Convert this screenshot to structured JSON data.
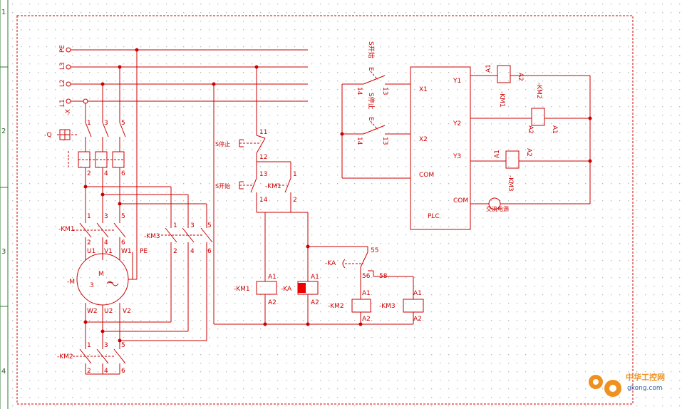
{
  "colors": {
    "line": "#cc0000",
    "grid_dot": "#b0b0b0",
    "border": "#cc0000",
    "fill_red": "#ee0000",
    "watermark_orange": "#f0901e",
    "watermark_blue": "#3366aa"
  },
  "ruler": {
    "rows": [
      "1",
      "2",
      "3",
      "4"
    ]
  },
  "bus": [
    "PE",
    "L3",
    "L2",
    "L1",
    "-X"
  ],
  "breaker": {
    "tag": "-Q",
    "in": [
      "1",
      "3",
      "5"
    ],
    "out": [
      "2",
      "4",
      "6"
    ]
  },
  "km1": {
    "tag": "-KM1",
    "in": [
      "1",
      "3",
      "5"
    ],
    "out": [
      "2",
      "4",
      "6"
    ]
  },
  "motor": {
    "tag": "-M",
    "top": [
      "U1",
      "V1",
      "W1"
    ],
    "bottom": [
      "W2",
      "U2",
      "V2"
    ],
    "pe": "PE",
    "m": "M",
    "phase": "3",
    "tilde": "~"
  },
  "km3_main": {
    "tag": "-KM3",
    "in": [
      "1",
      "3",
      "5"
    ],
    "out": [
      "2",
      "4",
      "6"
    ]
  },
  "km2_main": {
    "tag": "-KM2",
    "in": [
      "1",
      "3",
      "5"
    ],
    "out": [
      "2",
      "4",
      "6"
    ]
  },
  "control": {
    "stop_label": "S停止",
    "stop_in": "11",
    "stop_out": "12",
    "start_label": "S开始",
    "start_in": "13",
    "start_out": "14",
    "hold_tag": "-KM1",
    "hold_in": "1",
    "hold_out": "2",
    "km1_coil": "-KM1",
    "ka_coil": "-KA",
    "a1": "A1",
    "a2": "A2",
    "ka_contact": "-KA",
    "ka_55": "55",
    "ka_56": "56",
    "ka_58": "58",
    "km2_coil": "-KM2",
    "km3_coil": "-KM3"
  },
  "plc": {
    "title": "PLC",
    "inputs": [
      "X1",
      "X2",
      "COM"
    ],
    "outputs": [
      "Y1",
      "Y2",
      "Y3",
      "COM"
    ],
    "start_label": "S开始",
    "stop_label": "S停止",
    "e_mark": "E",
    "n13": "13",
    "n14": "14",
    "out_coils": [
      "-KM1",
      "-KM2",
      "-KM3"
    ],
    "a1": "A1",
    "a2": "A2",
    "source": "交流电源"
  },
  "watermark": {
    "cn": "中华工控网",
    "url": "gkong.com"
  }
}
